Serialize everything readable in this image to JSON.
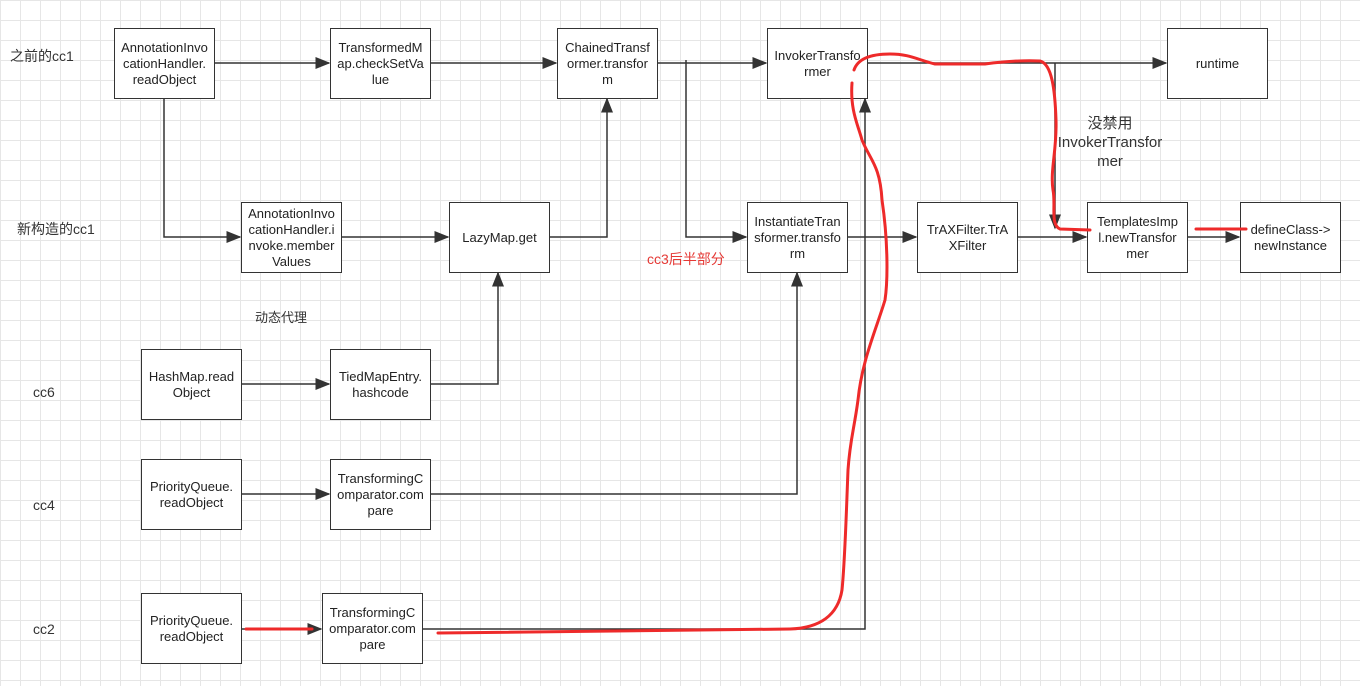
{
  "row_labels": {
    "old_cc1": "之前的cc1",
    "new_cc1": "新构造的cc1",
    "dynamic_proxy": "动态代理",
    "cc6": "cc6",
    "cc4": "cc4",
    "cc2": "cc2",
    "cc3_second_half": "cc3后半部分"
  },
  "note": {
    "line1": "没禁用",
    "line2": "InvokerTransformer"
  },
  "nodes": {
    "annotation_readobject": "AnnotationInvocationHandler.readObject",
    "transformedmap_checksetvalue": "TransformedMap.checkSetValue",
    "chainedtransformer_transform": "ChainedTransformer.transform",
    "invokertransformer": "InvokerTransformer",
    "runtime": "runtime",
    "annotation_invoke": "AnnotationInvocationHandler.invoke.memberValues",
    "lazymap_get": "LazyMap.get",
    "instantiatetransformer_transform": "InstantiateTransformer.transform",
    "traxfilter": "TrAXFilter.TrAXFilter",
    "templatesimpl_newtransformer": "TemplatesImpl.newTransformer",
    "defineclass_newinstance": "defineClass->newInstance",
    "hashmap_readobject": "HashMap.readObject",
    "tiedmapentry_hashcode": "TiedMapEntry.hashcode",
    "priorityqueue_readobject_cc4": "PriorityQueue.readObject",
    "transformingcomparator_compare_cc4": "TransformingComparator.compare",
    "priorityqueue_readobject_cc2": "PriorityQueue.readObject",
    "transformingcomparator_compare_cc2": "TransformingComparator.compare"
  },
  "colors": {
    "line": "#333333",
    "highlight": "#ee2a2a",
    "label_red": "#e53935"
  }
}
